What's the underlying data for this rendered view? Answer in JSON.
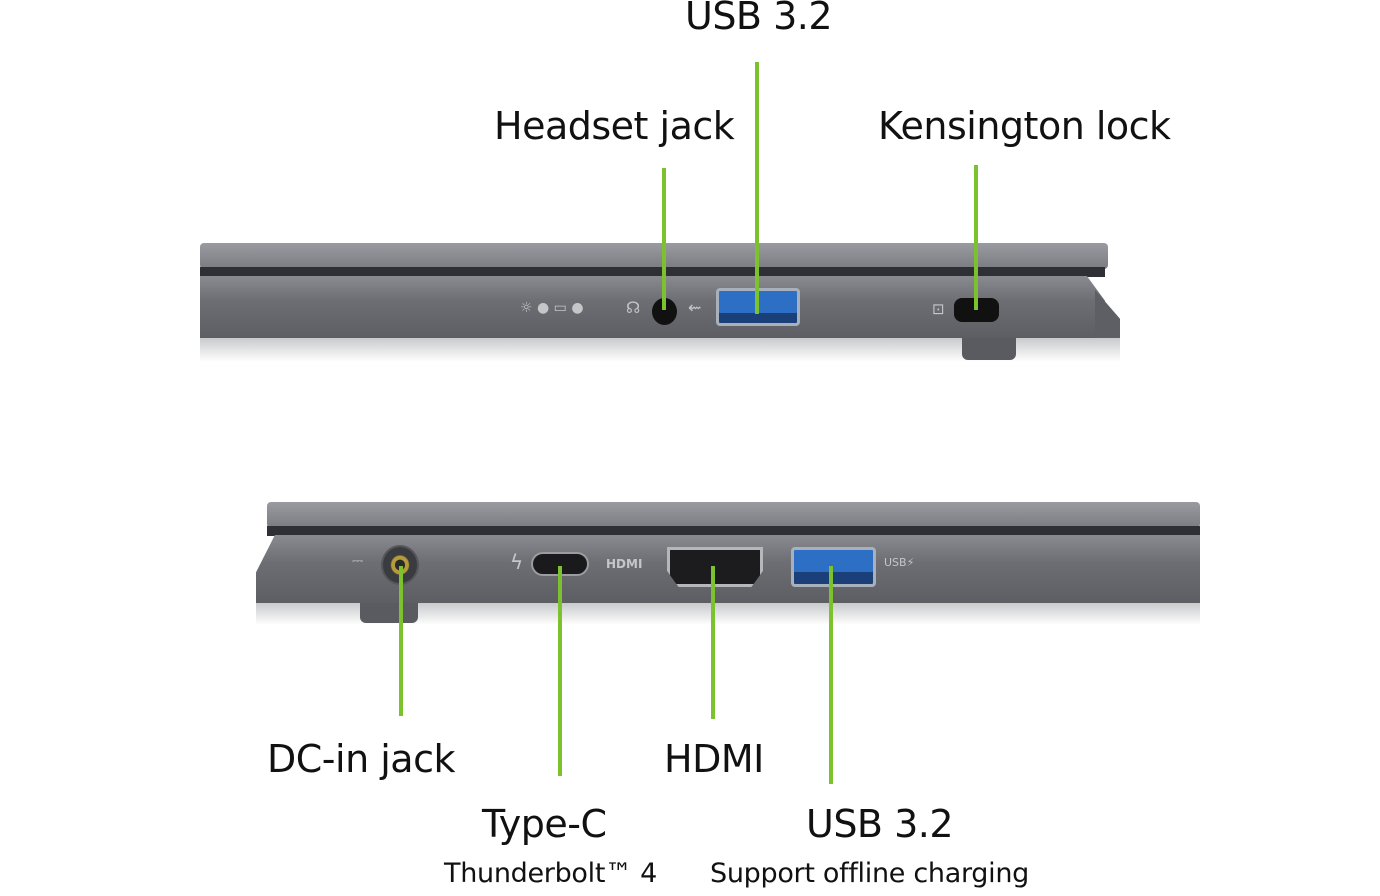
{
  "top_view": {
    "labels": {
      "usb": "USB 3.2",
      "headset": "Headset jack",
      "kensington": "Kensington lock"
    }
  },
  "bottom_view": {
    "labels": {
      "dc": "DC-in jack",
      "typec": "Type-C",
      "typec_sub": "Thunderbolt™ 4",
      "hdmi": "HDMI",
      "usb": "USB 3.2",
      "usb_sub": "Support offline charging"
    }
  },
  "colors": {
    "callout_line": "#7cc22e",
    "usb_port": "#2d6fc4",
    "chassis": "#6d6e73"
  }
}
